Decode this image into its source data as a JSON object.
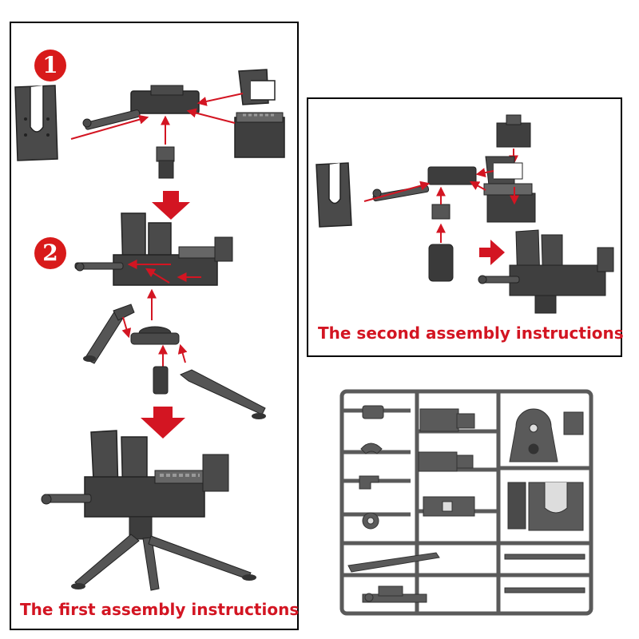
{
  "panels": {
    "first": {
      "caption": "The first assembly instructions",
      "steps": [
        "1",
        "2"
      ]
    },
    "second": {
      "caption": "The second assembly instructions"
    }
  },
  "colors": {
    "accent_red": "#d31522",
    "part_gray": "#4a4a4a",
    "part_dark": "#2b2b2b",
    "sprue_gray": "#5a5a5a"
  },
  "icons": [
    "machine-gun-icon",
    "gun-shield-icon",
    "ammo-box-icon",
    "tripod-icon",
    "sprue-frame-icon"
  ]
}
